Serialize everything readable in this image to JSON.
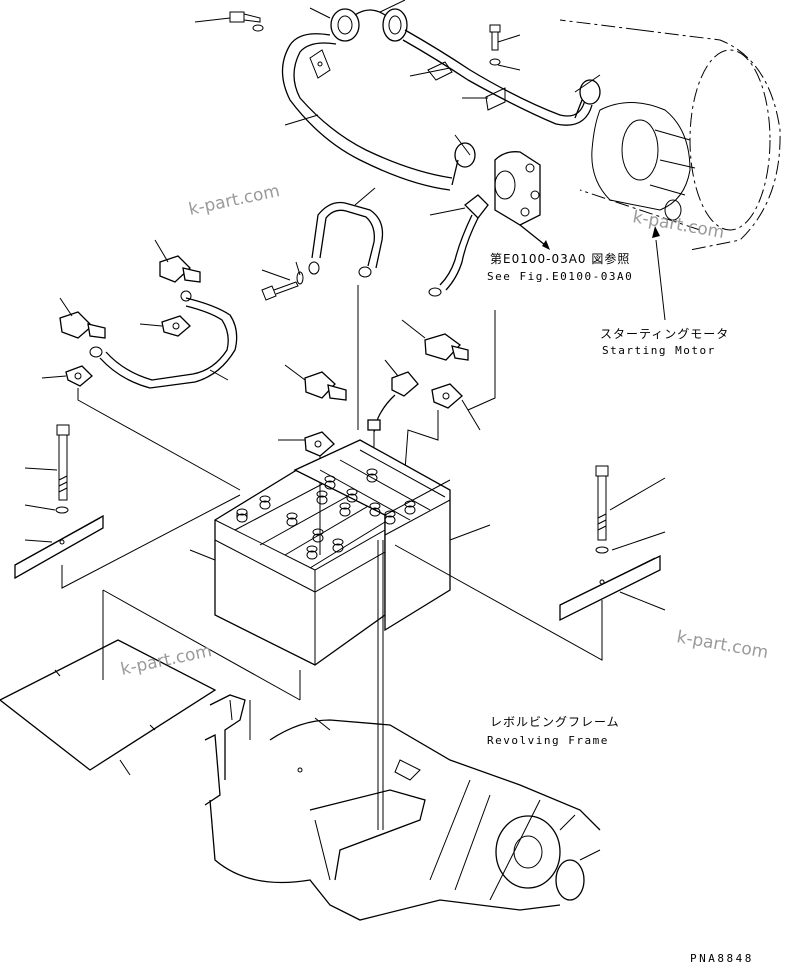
{
  "watermark": "k-part.com",
  "labels": {
    "see_fig_jp": "第E0100-03A0 図参照",
    "see_fig_en": "See Fig.E0100-03A0",
    "starting_motor_jp": "スターティングモータ",
    "starting_motor_en": "Starting Motor",
    "revolving_frame_jp": "レボルビングフレーム",
    "revolving_frame_en": "Revolving Frame"
  },
  "drawing_code": "PNA8848"
}
